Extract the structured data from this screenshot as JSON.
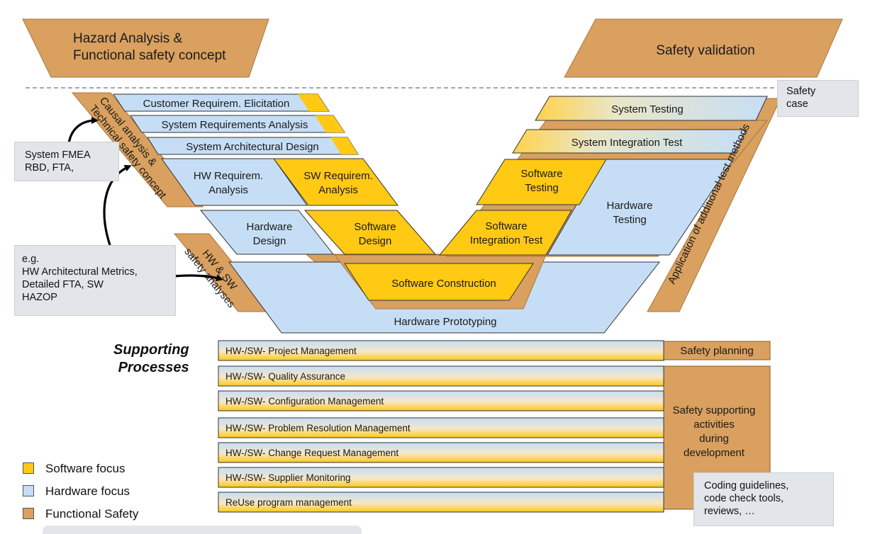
{
  "colors": {
    "software": "#ffc914",
    "software_light": "#ffe9a0",
    "hardware": "#c6def5",
    "safety": "#d9a05f",
    "note_bg": "#e2e6ea"
  },
  "top": {
    "hazard": "Hazard Analysis &\nFunctional safety concept",
    "validation": "Safety validation",
    "safety_case": "Safety\ncase"
  },
  "v_left": {
    "customer_req": "Customer Requirem. Elicitation",
    "system_req": "System Requirements Analysis",
    "system_arch": "System Architectural Design",
    "hw_req": "HW Requirem.\nAnalysis",
    "sw_req": "SW Requirem.\nAnalysis",
    "hw_design": "Hardware\nDesign",
    "sw_design": "Software\nDesign"
  },
  "v_bottom": {
    "sw_construction": "Software Construction",
    "hw_prototyping": "Hardware Prototyping"
  },
  "v_right": {
    "system_testing": "System Testing",
    "system_integration": "System Integration Test",
    "sw_testing": "Software\nTesting",
    "sw_integration": "Software\nIntegration Test",
    "hw_testing": "Hardware\nTesting"
  },
  "side_bands": {
    "technical_concept": "Causal analysis &\nTechnical safety concept",
    "hwsw_analyses": "HW & SW\nsafety analyses",
    "additional_tests": "Application of additional test methods"
  },
  "notes": {
    "fmea": "System FMEA\nRBD, FTA,",
    "metrics": "e.g.\nHW Architectural Metrics,\nDetailed FTA, SW\nHAZOP",
    "coding": "Coding guidelines,\ncode check tools,\nreviews, …"
  },
  "supporting": {
    "title": "Supporting\nProcesses",
    "processes": [
      "HW-/SW- Project Management",
      "HW-/SW- Quality Assurance",
      "HW-/SW- Configuration Management",
      "HW-/SW- Problem Resolution Management",
      "HW-/SW- Change Request Management",
      "HW-/SW- Supplier Monitoring",
      "ReUse program management"
    ],
    "safety_planning": "Safety planning",
    "safety_supporting": "Safety supporting\nactivities\nduring\ndevelopment"
  },
  "legend": [
    {
      "label": "Software focus",
      "color": "#ffc914"
    },
    {
      "label": "Hardware focus",
      "color": "#c6def5"
    },
    {
      "label": "Functional Safety",
      "color": "#d9a05f"
    }
  ]
}
